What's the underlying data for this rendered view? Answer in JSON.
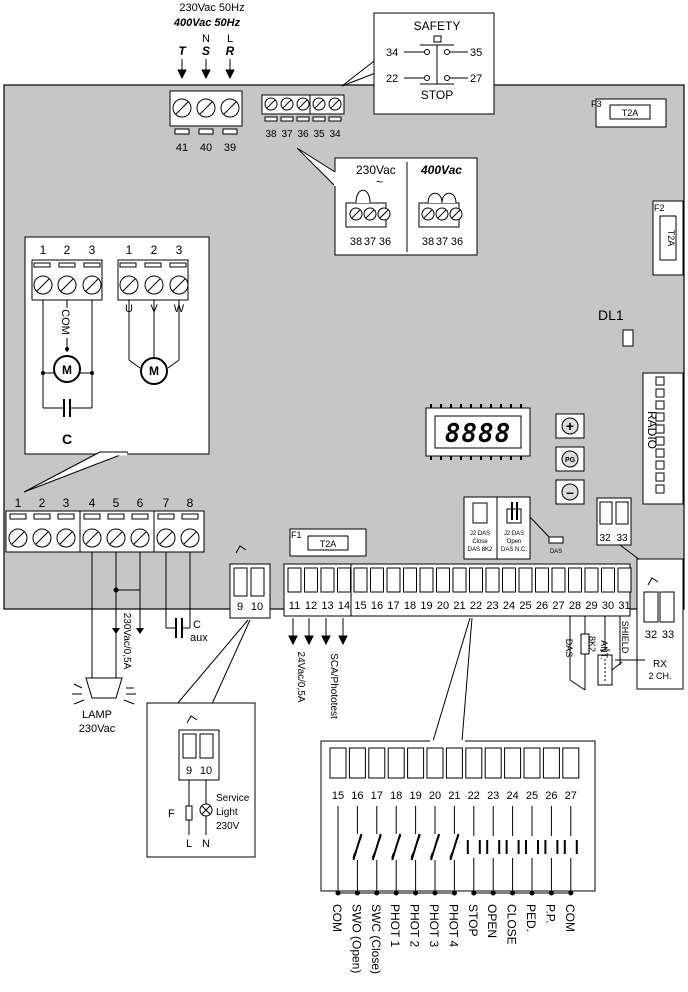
{
  "supply": {
    "voltage_230": "230Vac 50Hz",
    "voltage_400": "400Vac 50Hz",
    "phases": [
      {
        "top": "N",
        "mid": "S",
        "letter_top": "",
        "terminal": "40"
      },
      {
        "top": "L",
        "mid": "R",
        "terminal": "39"
      }
    ],
    "phase_t": "T",
    "terminal_41": "41"
  },
  "safety_box": {
    "title": "SAFETY",
    "left_top": "34",
    "right_top": "35",
    "left_bottom": "22",
    "right_bottom": "27",
    "bottom": "STOP"
  },
  "top_strip": {
    "labels": [
      "38",
      "37",
      "36",
      "35",
      "34"
    ]
  },
  "voltage_callout": {
    "left_title": "230Vac",
    "left_symbol": "~",
    "right_title": "400Vac",
    "left_terms": [
      "38",
      "37",
      "36"
    ],
    "right_terms": [
      "38",
      "37",
      "36"
    ]
  },
  "fuses": {
    "f3": "F3",
    "f3_val": "T2A",
    "f2": "F2",
    "f2_val": "T2A",
    "f1": "F1",
    "f1_val": "T2A"
  },
  "motor_box": {
    "left_nums": [
      "1",
      "2",
      "3"
    ],
    "right_nums": [
      "1",
      "2",
      "3"
    ],
    "com": "COM",
    "u": "U",
    "v": "V",
    "w": "W",
    "m": "M",
    "c": "C"
  },
  "dl1": "DL1",
  "display": {
    "digits": "8888"
  },
  "radio": "RADIO",
  "keys": {
    "plus": "+",
    "pg": "PG",
    "minus": "–"
  },
  "das": {
    "close": [
      "J2 DAS",
      "Close",
      "DAS 8K2"
    ],
    "open": [
      "J2 DAS",
      "Open",
      "DAS N.C."
    ],
    "tag": "DAS"
  },
  "terminal_32_33": [
    "32",
    "33"
  ],
  "rx_box": {
    "nums": [
      "32",
      "33"
    ],
    "label1": "RX",
    "label2": "2 CH."
  },
  "left_strip": {
    "nums": [
      "1",
      "2",
      "3",
      "4",
      "5",
      "6",
      "7",
      "8"
    ]
  },
  "lamp": {
    "label1": "LAMP",
    "label2": "230Vac",
    "supply": "230Vac/0,5A",
    "caux": "C",
    "aux": "aux"
  },
  "term_9_10": [
    "9",
    "10"
  ],
  "main_strip": {
    "nums": [
      "11",
      "12",
      "13",
      "14",
      "15",
      "16",
      "17",
      "18",
      "19",
      "20",
      "21",
      "22",
      "23",
      "24",
      "25",
      "26",
      "27",
      "28",
      "29",
      "30",
      "31"
    ]
  },
  "outputs": {
    "v24": "24Vac/0,5A",
    "sca": "SCA/Phototest"
  },
  "antenna": {
    "das": "DAS",
    "k82": "8K2",
    "ant": "ANT.",
    "shield": "SHIELD"
  },
  "service_box": {
    "nums": [
      "9",
      "10"
    ],
    "label1": "Service",
    "label2": "Light",
    "label3": "230V",
    "f": "F",
    "l": "L",
    "n": "N"
  },
  "inputs_box": {
    "nums": [
      "15",
      "16",
      "17",
      "18",
      "19",
      "20",
      "21",
      "22",
      "23",
      "24",
      "25",
      "26",
      "27"
    ],
    "labels": [
      "COM",
      "SWO (Open)",
      "SWC (Close)",
      "PHOT 1",
      "PHOT 2",
      "PHOT 3",
      "PHOT 4",
      "STOP",
      "OPEN",
      "CLOSE",
      "PED.",
      "P.P.",
      "COM"
    ]
  }
}
